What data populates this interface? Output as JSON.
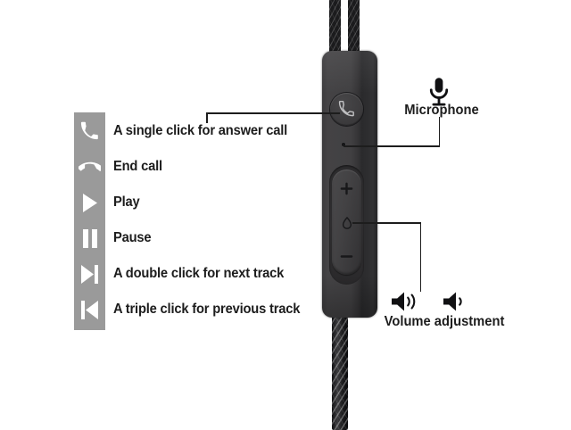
{
  "legend": {
    "rows": [
      {
        "icon": "phone-handset-icon",
        "label": "A single click for answer call"
      },
      {
        "icon": "phone-hangup-icon",
        "label": "End call"
      },
      {
        "icon": "play-icon",
        "label": "Play"
      },
      {
        "icon": "pause-icon",
        "label": "Pause"
      },
      {
        "icon": "next-track-icon",
        "label": "A double click for next track"
      },
      {
        "icon": "previous-track-icon",
        "label": "A triple click for previous track"
      }
    ],
    "bar_color": "#9a9a9a",
    "icon_color": "#ffffff",
    "text_color": "#1d1d1d"
  },
  "callouts": {
    "microphone": {
      "label": "Microphone",
      "icon": "microphone-icon"
    },
    "volume": {
      "label": "Volume adjustment",
      "icon_up": "volume-up-icon",
      "icon_down": "volume-down-icon"
    }
  },
  "remote": {
    "call_button_icon": "phone-handset-icon",
    "mic_hole": "microphone-pinhole",
    "volume_up_symbol": "+",
    "volume_down_symbol": "−",
    "center_symbol": "speaker-droplet-icon",
    "body_color": "#403f41",
    "side_color": "#2b2b2d"
  },
  "cable": {
    "top_left": "braided-cable-left",
    "top_right": "braided-cable-right",
    "bottom": "braided-cable-main",
    "color": "#1b1b1d"
  },
  "background_color": "#ffffff"
}
